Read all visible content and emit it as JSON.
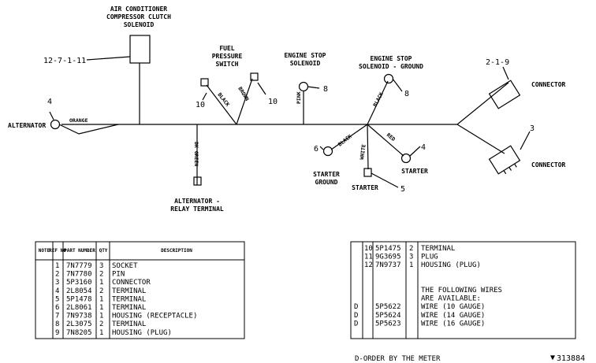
{
  "diagram": {
    "labels": {
      "ac_clutch": [
        "AIR CONDITIONER",
        "COMPRESSOR CLUTCH",
        "SOLENOID"
      ],
      "fuel_switch": [
        "FUEL",
        "PRESSURE",
        "SWITCH"
      ],
      "stop_solenoid": [
        "ENGINE STOP",
        "SOLENOID"
      ],
      "stop_ground": [
        "ENGINE STOP",
        "SOLENOID - GROUND"
      ],
      "alternator": "ALTERNATOR",
      "relay_terminal": [
        "ALTERNATOR -",
        "RELAY TERMINAL"
      ],
      "starter_ground": [
        "STARTER",
        "GROUND"
      ],
      "starter": "STARTER",
      "starter2": "STARTER",
      "connector1": "CONNECTOR",
      "connector2": "CONNECTOR"
    },
    "refs": {
      "ac_clutch": "12-7-1-11",
      "alternator": "4",
      "fuel_left": "10",
      "fuel_right": "10",
      "stop_solenoid": "8",
      "stop_ground": "8",
      "connector1": "2-1-9",
      "connector2": "3",
      "starter_ground": "6",
      "starter_term": "4",
      "starter_bottom": "5"
    },
    "wires": {
      "orange": "ORANGE",
      "black1": "BLACK",
      "brown": "BROWN",
      "pink": "PINK",
      "black2": "BLACK",
      "dk_green": "DK GREEN",
      "black3": "BLACK",
      "white": "WHITE",
      "red": "RED"
    }
  },
  "parts_table": {
    "headers": [
      "NOTE",
      "REF NO",
      "PART NUMBER",
      "QTY",
      "DESCRIPTION"
    ],
    "rows": [
      {
        "ref": "1",
        "part": "7N7779",
        "qty": "3",
        "desc": "SOCKET"
      },
      {
        "ref": "2",
        "part": "7N7780",
        "qty": "2",
        "desc": "PIN"
      },
      {
        "ref": "3",
        "part": "5P3160",
        "qty": "1",
        "desc": "CONNECTOR"
      },
      {
        "ref": "4",
        "part": "2L8054",
        "qty": "2",
        "desc": "TERMINAL"
      },
      {
        "ref": "5",
        "part": "5P1478",
        "qty": "1",
        "desc": "TERMINAL"
      },
      {
        "ref": "6",
        "part": "2L8061",
        "qty": "1",
        "desc": "TERMINAL"
      },
      {
        "ref": "7",
        "part": "7N9738",
        "qty": "1",
        "desc": "HOUSING (RECEPTACLE)"
      },
      {
        "ref": "8",
        "part": "2L3075",
        "qty": "2",
        "desc": "TERMINAL"
      },
      {
        "ref": "9",
        "part": "7N8205",
        "qty": "1",
        "desc": "HOUSING (PLUG)"
      }
    ]
  },
  "parts_table2": {
    "rows": [
      {
        "note": "",
        "ref": "10",
        "part": "5P1475",
        "qty": "2",
        "desc": "TERMINAL"
      },
      {
        "note": "",
        "ref": "11",
        "part": "9G3695",
        "qty": "3",
        "desc": "PLUG"
      },
      {
        "note": "",
        "ref": "12",
        "part": "7N9737",
        "qty": "1",
        "desc": "HOUSING (PLUG)"
      },
      {
        "note": "",
        "ref": "",
        "part": "",
        "qty": "",
        "desc": ""
      },
      {
        "note": "",
        "ref": "",
        "part": "",
        "qty": "",
        "desc": ""
      },
      {
        "note": "",
        "ref": "",
        "part": "",
        "qty": "",
        "desc": "THE FOLLOWING WIRES"
      },
      {
        "note": "",
        "ref": "",
        "part": "",
        "qty": "",
        "desc": "ARE AVAILABLE:"
      },
      {
        "note": "D",
        "ref": "",
        "part": "5P5622",
        "qty": "",
        "desc": "WIRE (10 GAUGE)"
      },
      {
        "note": "D",
        "ref": "",
        "part": "5P5624",
        "qty": "",
        "desc": "WIRE (14 GAUGE)"
      },
      {
        "note": "D",
        "ref": "",
        "part": "5P5623",
        "qty": "",
        "desc": "WIRE (16 GAUGE)"
      }
    ],
    "footnote": "D-ORDER BY THE METER"
  },
  "figure_id": "313884"
}
